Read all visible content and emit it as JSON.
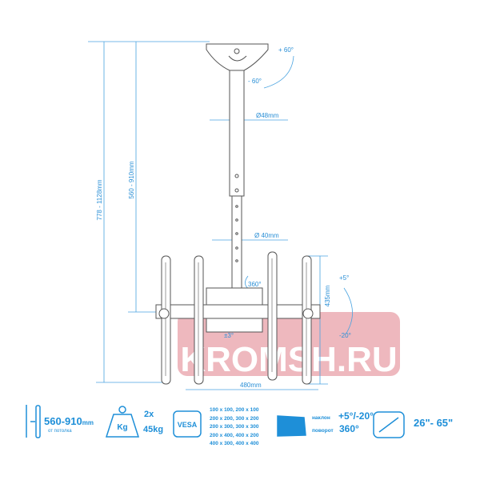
{
  "dimensions": {
    "total_height": "778 - 1128mm",
    "pole_height": "560 - 910mm",
    "tilt_up": "+ 60°",
    "tilt_down": "- 60°",
    "upper_pole_diameter": "Ø48mm",
    "lower_pole_diameter": "Ø 40mm",
    "rotation": "360°",
    "bracket_tilt_up": "+5°",
    "bracket_tilt_down": "-20°",
    "swivel": "±3°",
    "width": "480mm",
    "bracket_height": "435mm"
  },
  "watermark": "KROMSH.RU",
  "colors": {
    "accent": "#1e8fd8",
    "line": "#555555",
    "watermark": "#e8a0a8"
  },
  "specs": {
    "height_range": "560-910",
    "height_unit": "mm",
    "height_note": "от потолка",
    "weight_icon_label": "Kg",
    "weight_count": "2x",
    "weight_value": "45kg",
    "vesa_icon_label": "VESA",
    "vesa_list": [
      "100 x 100, 200 x 100",
      "200 x 200, 300 x 200",
      "200 x 300, 300 x 300",
      "200 x 400, 400 x 200",
      "400 x 300, 400 x 400"
    ],
    "tilt_label": "наклон",
    "tilt_value": "+5°/-20°",
    "swivel_label": "поворот",
    "swivel_value": "360°",
    "screen_size": "26\"- 65\""
  }
}
